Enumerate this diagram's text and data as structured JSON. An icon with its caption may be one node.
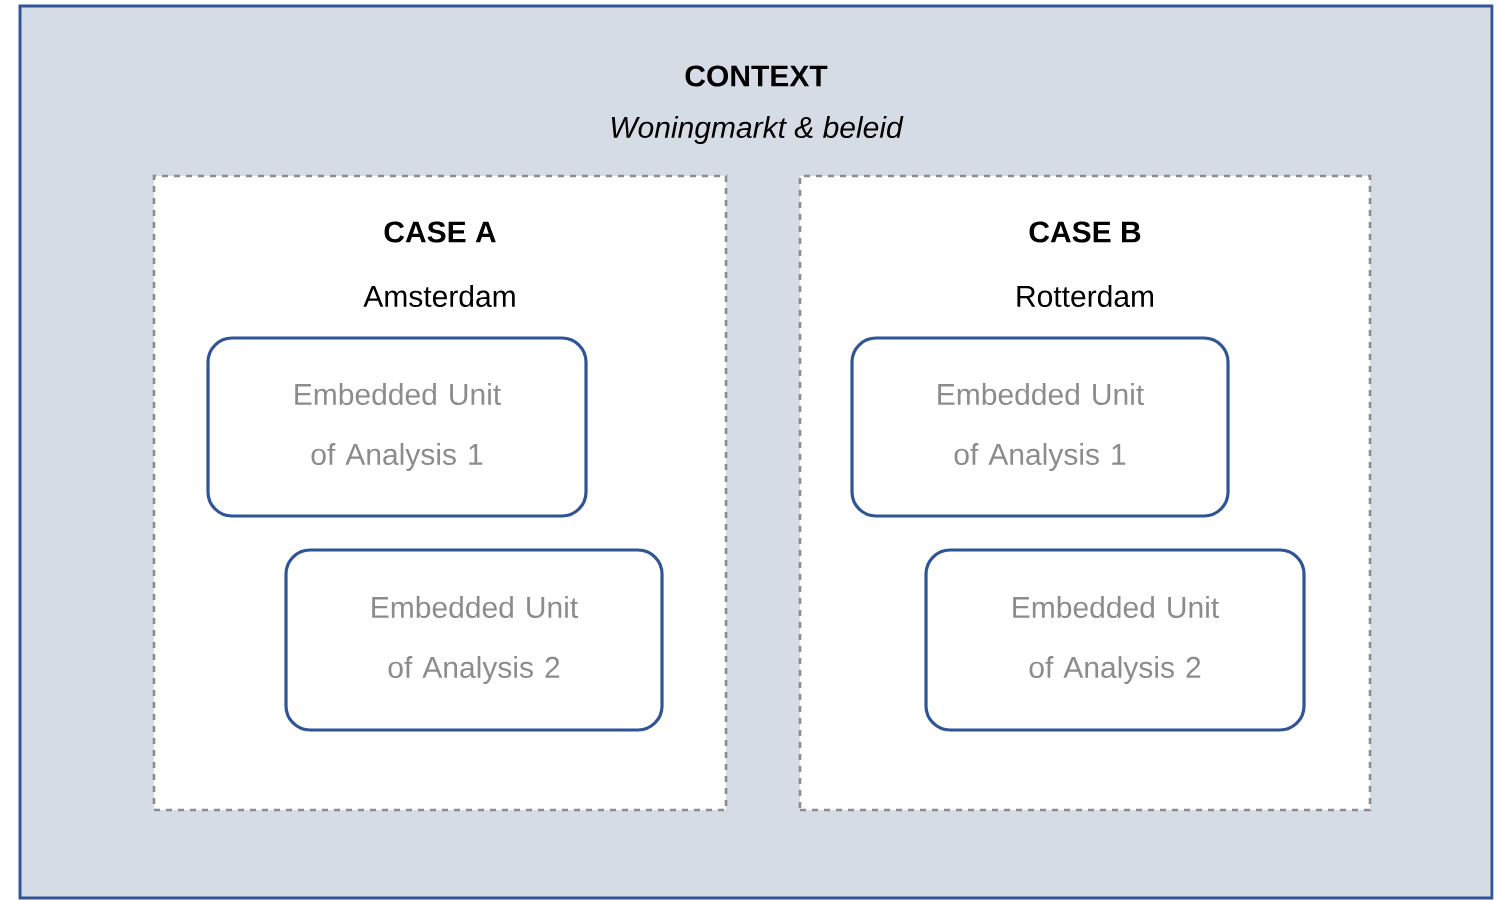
{
  "diagram": {
    "nodes": [
      {
        "text": [
          "CONTEXT",
          "Woningmarkt & beleid"
        ]
      },
      {
        "text": [
          "CASE A",
          "Amsterdam"
        ],
        "in": 0
      },
      {
        "text": [
          "Embedded Unit of Analysis 1"
        ],
        "in": 1
      },
      {
        "text": [
          "Embedded Unit of Analysis 2"
        ],
        "in": 1
      },
      {
        "text": [
          "CASE B",
          "Rotterdam"
        ],
        "in": 0
      },
      {
        "text": [
          "Embedded Unit of Analysis 1"
        ],
        "in": 4
      },
      {
        "text": [
          "Embedded Unit of Analysis 2"
        ],
        "in": 4
      }
    ]
  }
}
